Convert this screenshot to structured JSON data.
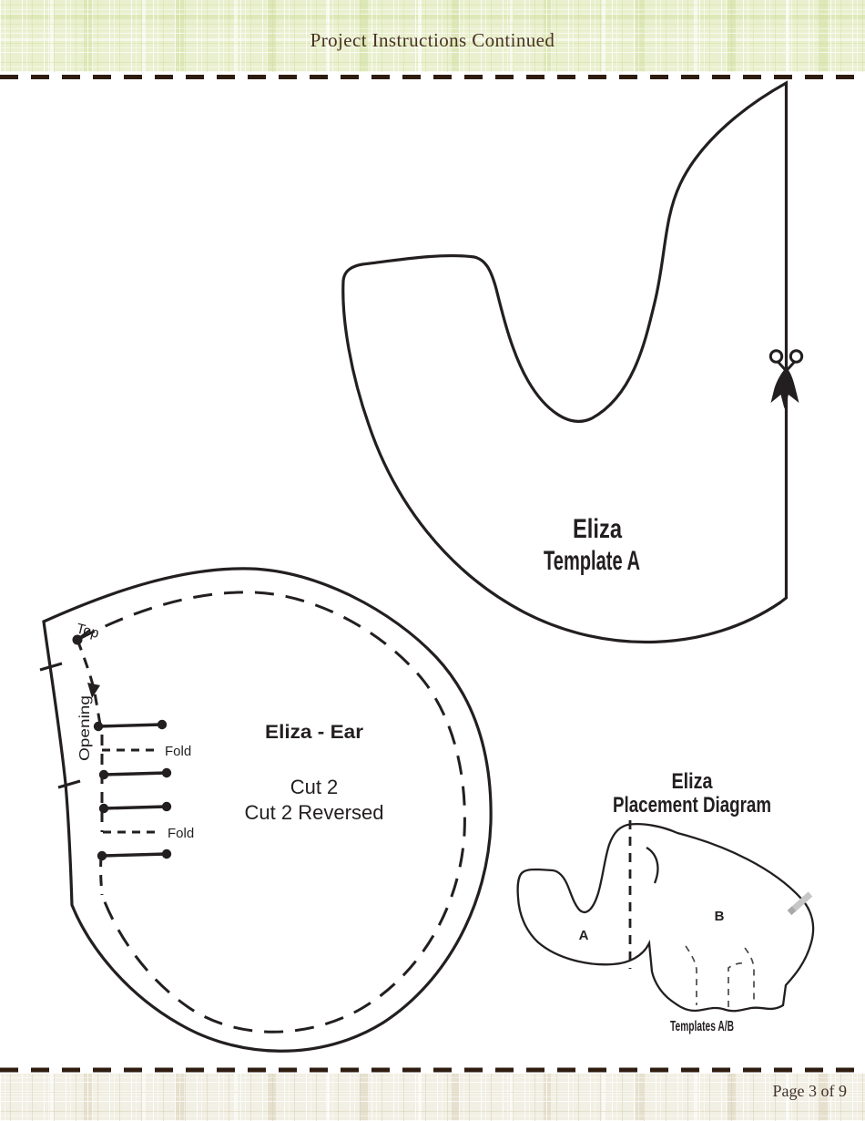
{
  "header": {
    "title": "Project Instructions Continued"
  },
  "footer": {
    "page_label": "Page 3 of 9"
  },
  "template_a": {
    "name_line1": "Eliza",
    "name_line2": "Template A",
    "icon": "scissors-icon"
  },
  "ear_template": {
    "name": "Eliza - Ear",
    "cut_instruction_1": "Cut 2",
    "cut_instruction_2": "Cut 2 Reversed",
    "top_label": "Top",
    "opening_label": "Opening",
    "fold_label_1": "Fold",
    "fold_label_2": "Fold"
  },
  "placement_diagram": {
    "title_line1": "Eliza",
    "title_line2": "Placement Diagram",
    "section_a_label": "A",
    "section_b_label": "B",
    "caption": "Templates A/B"
  },
  "colors": {
    "ink": "#231f20",
    "header_text": "#483220",
    "dash_border": "#2e1c10",
    "tail_gray": "#c6c6c6",
    "tail_tip_gray": "#a9a9a9",
    "header_bg": "#eaf0cf",
    "footer_bg": "#f2efe4"
  }
}
